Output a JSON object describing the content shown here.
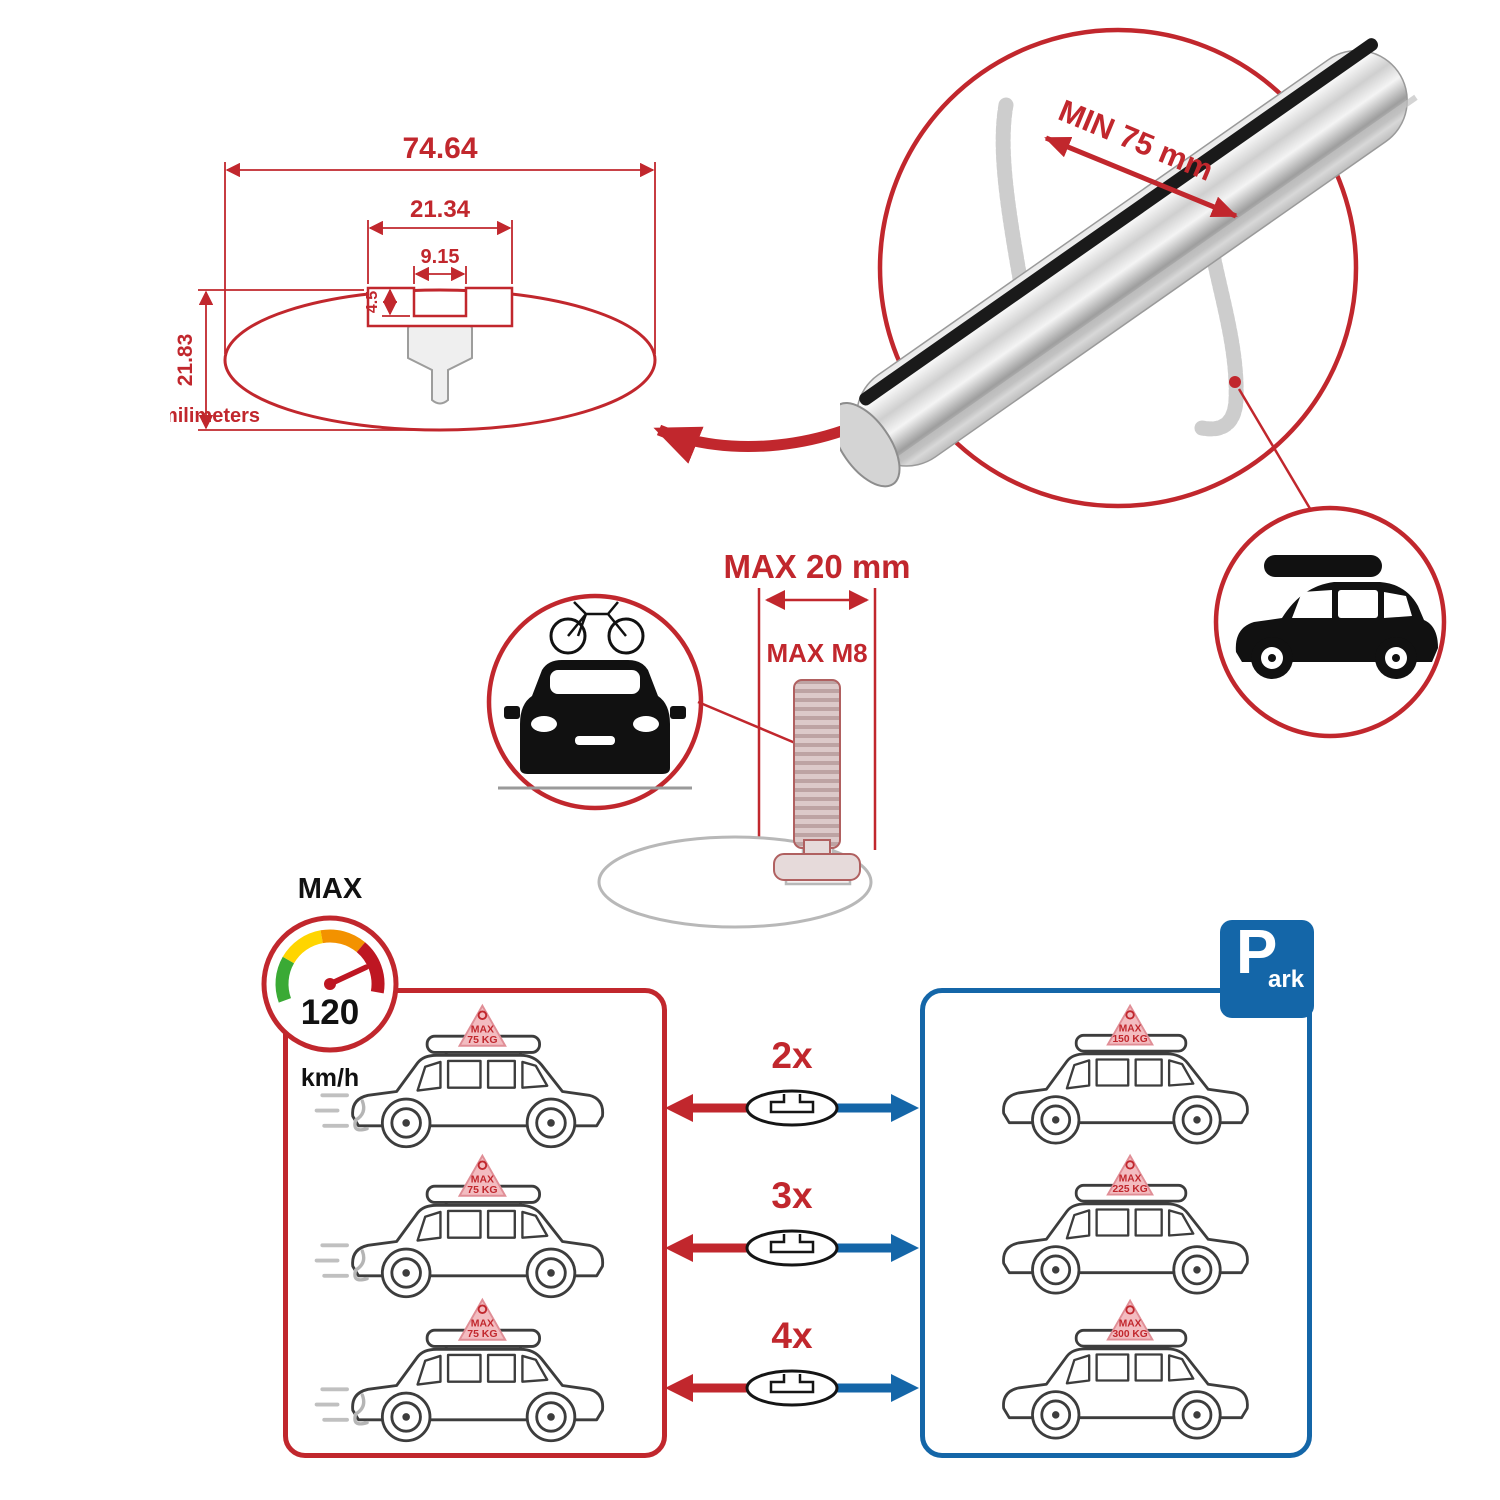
{
  "colors": {
    "accent_red": "#c1272d",
    "accent_blue": "#1466a8",
    "badge_pink": "#f3bcc0",
    "metal_gray": "#cfcfcf",
    "outline_gray": "#3d3d3d"
  },
  "tech_drawing": {
    "dim_total_width": "74.64",
    "dim_slot_outer": "21.34",
    "dim_slot_inner": "9.15",
    "dim_lip_depth": "4.5",
    "dim_total_height": "21.83",
    "units_label": "milimeters"
  },
  "bar_inset": {
    "min_span_label": "MIN 75 mm"
  },
  "bolt_section": {
    "max_width_label": "MAX 20 mm",
    "max_thread_label": "MAX M8"
  },
  "speedometer": {
    "title": "MAX",
    "value": "120",
    "units": "km/h"
  },
  "parking_sign": {
    "letter": "P",
    "suffix": "ark"
  },
  "driving_cars": [
    {
      "badge_line1": "MAX",
      "badge_line2": "75 KG"
    },
    {
      "badge_line1": "MAX",
      "badge_line2": "75 KG"
    },
    {
      "badge_line1": "MAX",
      "badge_line2": "75 KG"
    }
  ],
  "parked_cars": [
    {
      "badge_line1": "MAX",
      "badge_line2": "150 KG"
    },
    {
      "badge_line1": "MAX",
      "badge_line2": "225 KG"
    },
    {
      "badge_line1": "MAX",
      "badge_line2": "300 KG"
    }
  ],
  "bar_quantities": [
    {
      "label": "2x"
    },
    {
      "label": "3x"
    },
    {
      "label": "4x"
    }
  ]
}
